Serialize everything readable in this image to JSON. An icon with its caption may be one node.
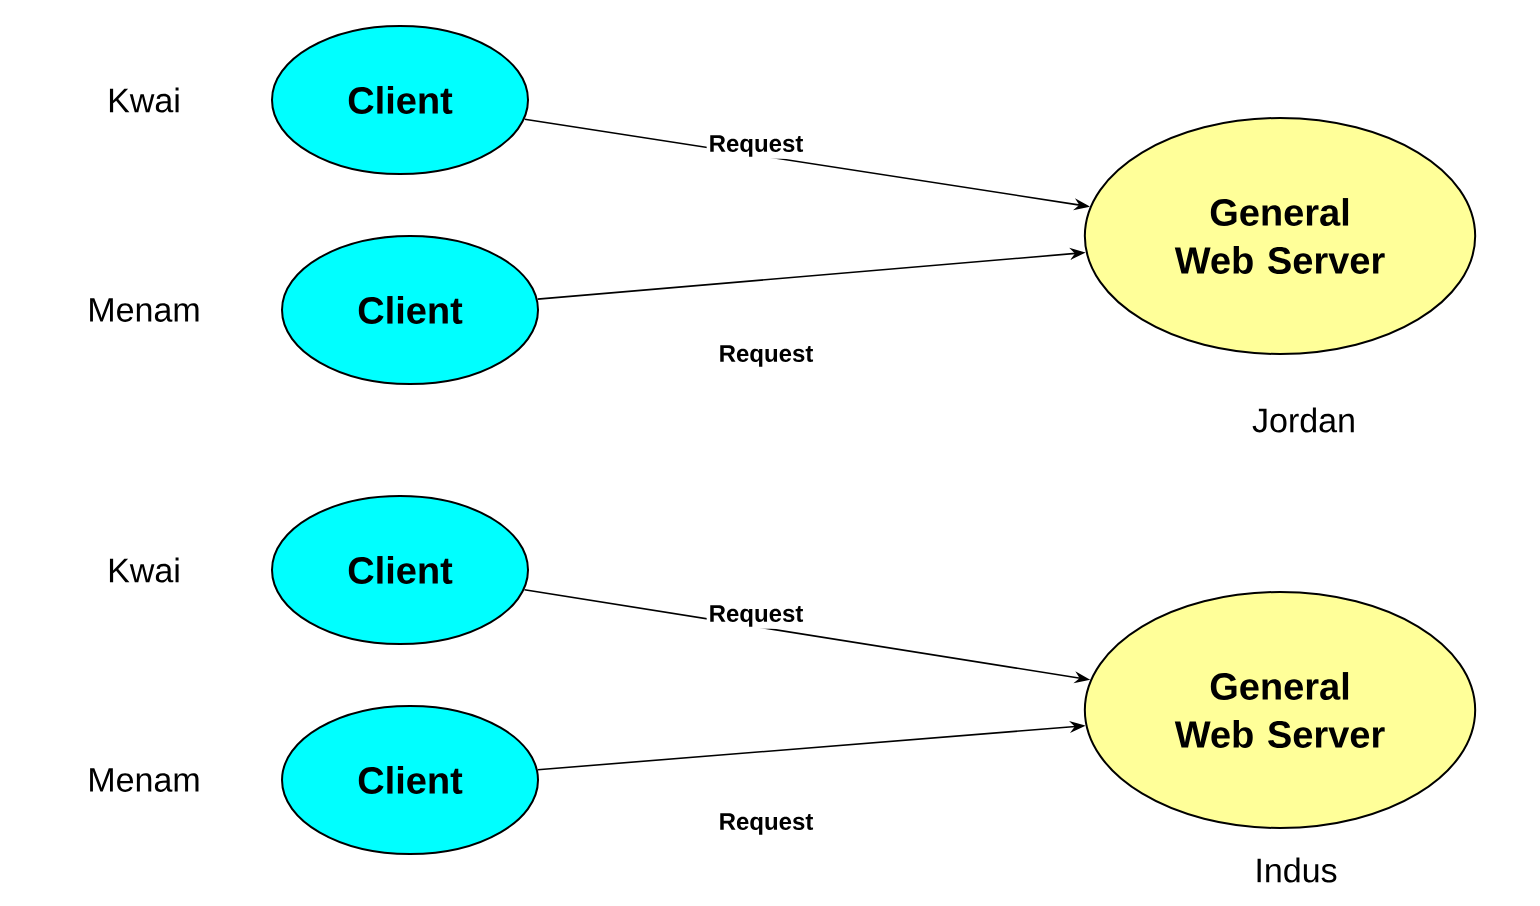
{
  "diagram": {
    "nodes": [
      {
        "text": [
          "Client"
        ],
        "beside": [
          "Kwai"
        ]
      },
      {
        "text": [
          "Client"
        ],
        "beside": [
          "Menam"
        ]
      },
      {
        "text": [
          "General Web Server"
        ],
        "beside": [
          "Jordan"
        ]
      },
      {
        "text": [
          "Client"
        ],
        "beside": [
          "Kwai"
        ]
      },
      {
        "text": [
          "Client"
        ],
        "beside": [
          "Menam"
        ]
      },
      {
        "text": [
          "General Web Server"
        ],
        "beside": [
          "Indus"
        ]
      }
    ],
    "edges": [
      {
        "from": 0,
        "to": 2,
        "arrow": "to",
        "label": "Request"
      },
      {
        "from": 1,
        "to": 2,
        "arrow": "to",
        "label": "Request"
      },
      {
        "from": 3,
        "to": 5,
        "arrow": "to",
        "label": "Request"
      },
      {
        "from": 4,
        "to": 5,
        "arrow": "to",
        "label": "Request"
      }
    ]
  }
}
